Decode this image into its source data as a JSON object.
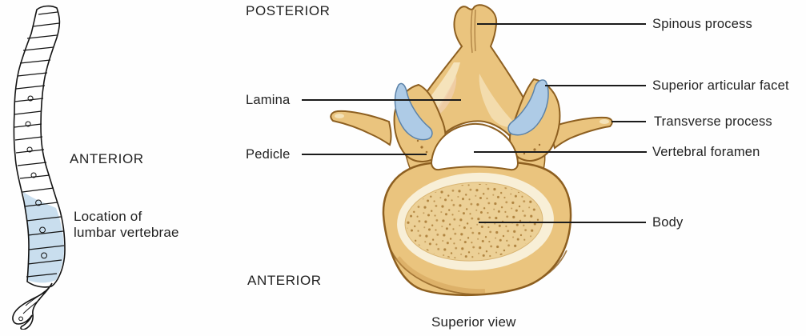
{
  "colors": {
    "ink": "#222222",
    "leader": "#1b1b1b",
    "bone": "#eac47e",
    "bone_light": "#f6e7c2",
    "bone_shade": "#cf9c50",
    "bone_outline": "#8d5f20",
    "facet_blue": "#aecbe6",
    "facet_edge": "#5b82a8",
    "cream": "#f8efd7",
    "spongy": "#ecd096",
    "speckle": "#a97b36",
    "lumbar_blue": "#bcd6ea",
    "spine_ink": "#141414"
  },
  "spine_inset": {
    "anterior_label": "ANTERIOR",
    "caption_line1": "Location of",
    "caption_line2": "lumbar vertebrae"
  },
  "diagram": {
    "posterior_label": "POSTERIOR",
    "anterior_label": "ANTERIOR",
    "caption": "Superior view"
  },
  "labels": {
    "left": [
      {
        "text": "Lamina"
      },
      {
        "text": "Pedicle"
      }
    ],
    "right": [
      {
        "text": "Spinous process"
      },
      {
        "text": "Superior articular facet"
      },
      {
        "text": "Transverse process"
      },
      {
        "text": "Vertebral foramen"
      },
      {
        "text": "Body"
      }
    ]
  }
}
